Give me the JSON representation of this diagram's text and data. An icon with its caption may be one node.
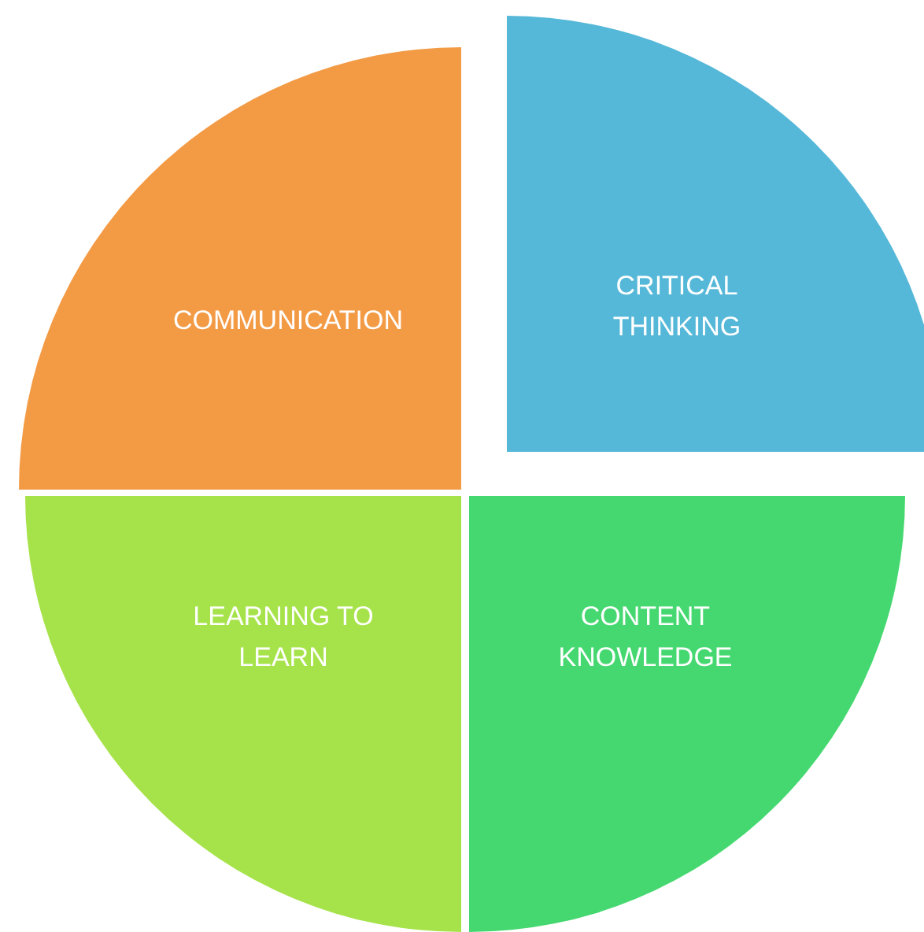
{
  "diagram": {
    "nodes": [
      {
        "text": [
          "COMMUNICATION"
        ]
      },
      {
        "text": [
          "CRITICAL THINKING"
        ]
      },
      {
        "text": [
          "LEARNING TO LEARN"
        ]
      },
      {
        "text": [
          "CONTENT KNOWLEDGE"
        ]
      }
    ]
  }
}
